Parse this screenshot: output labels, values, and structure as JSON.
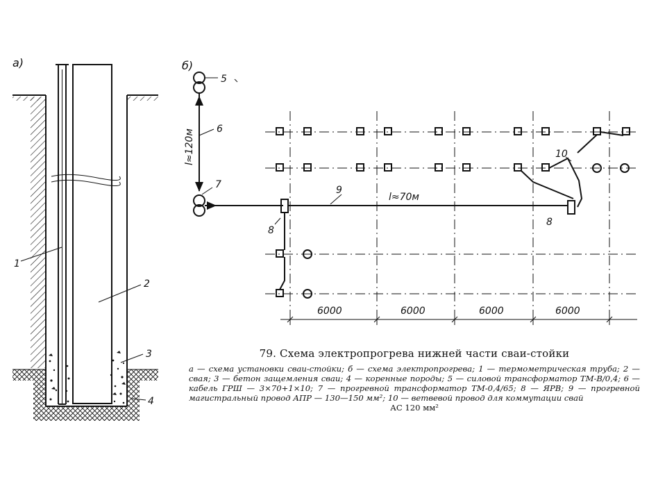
{
  "panel_a": {
    "label": "а)",
    "callouts": [
      "1",
      "2",
      "3",
      "4"
    ]
  },
  "panel_b": {
    "label": "б)",
    "num_5": "5",
    "num_6": "6",
    "num_7": "7",
    "num_8_left": "8",
    "num_8_right": "8",
    "num_9": "9",
    "num_10": "10",
    "cable_length": "l≈120м",
    "main_length": "l≈70м",
    "spans": [
      "6000",
      "6000",
      "6000",
      "6000"
    ]
  },
  "caption": {
    "title": "79. Схема электропрогрева нижней части сваи-стойки",
    "body": "а — схема установки сваи-стойки; б — схема электропрогрева; 1 — термометрическая труба; 2 — свая; 3 — бетон защемления сваи; 4 — коренные породы; 5 — силовой трансформатор ТМ-В/0,4; 6 — кабель ГРШ — 3×70+1×10; 7 — прогревной трансформатор ТМ-0,4/65; 8 — ЯРВ; 9 — прогревной магистральный провод АПР — 130—150 мм²; 10 — ветвевой провод для коммутации свай",
    "end": "АС 120 мм²"
  }
}
